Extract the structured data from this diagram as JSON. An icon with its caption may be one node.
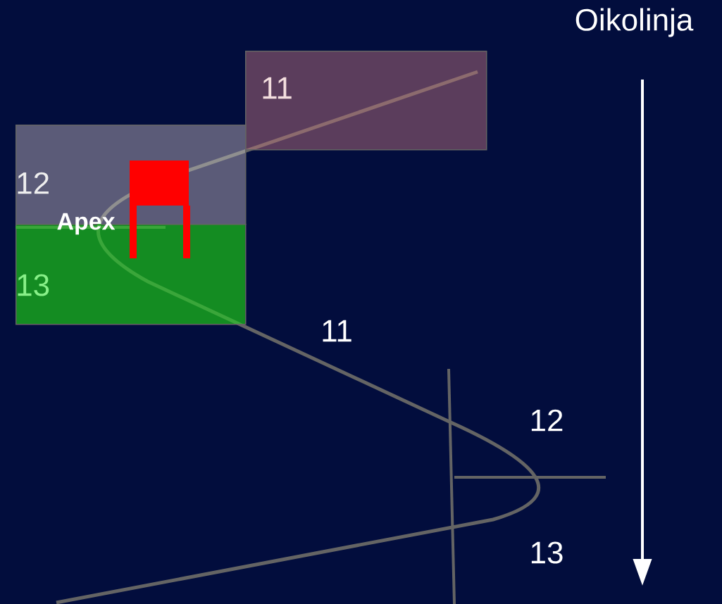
{
  "diagram": {
    "nodes": [
      {
        "text": [
          "11"
        ]
      },
      {
        "text": [
          "12"
        ]
      },
      {
        "text": [
          "13"
        ]
      }
    ],
    "labels": [
      "Oikolinja",
      "Apex",
      "11",
      "12",
      "13"
    ]
  }
}
